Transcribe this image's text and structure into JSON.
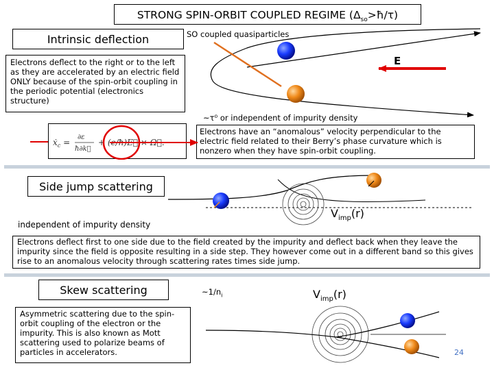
{
  "title": {
    "main": "STRONG SPIN-ORBIT COUPLED REGIME (",
    "delta": "Δ",
    "subscript": "so",
    "tail": ">ħ/τ)"
  },
  "intrinsic": {
    "label": "Intrinsic deflection",
    "so_label": "SO coupled quasiparticles",
    "field_label": "E",
    "description": "Electrons deflect to the right or to the left as they are accelerated by an electric field ONLY because of the spin-orbit coupling in the periodic potential (electronics structure)",
    "tau_note": "~τ⁰ or independent of impurity density",
    "anomalous": "Electrons have an “anomalous” velocity perpendicular to the electric field related to their Berry’s phase curvature which is nonzero when they have spin-orbit coupling."
  },
  "side_jump": {
    "label": "Side jump scattering",
    "density_note": "independent of impurity density",
    "vimp": "V",
    "vimp_sub": "imp",
    "vimp_arg": "(r)",
    "description": "Electrons deflect first to one side due to the field created by the impurity and deflect back when they leave the impurity since the field is opposite resulting in a side step. They however come out in a different band so this gives rise to an anomalous velocity through scattering rates times side jump."
  },
  "skew": {
    "label": "Skew scattering",
    "density_note": "~1/n",
    "density_sub": "i",
    "vimp": "V",
    "vimp_sub": "imp",
    "vimp_arg": "(r)",
    "description": "Asymmetric scattering due to the spin-orbit coupling of the electron or the impurity. This is also known as Mott scattering used to polarize beams of particles in accelerators."
  },
  "slide_number": "24",
  "colors": {
    "separator": "#c8d2dc",
    "field_arrow": "#e00000",
    "blue_ball": "#1a3cff",
    "orange_ball": "#f08a1a",
    "highlight": "#e00000"
  }
}
